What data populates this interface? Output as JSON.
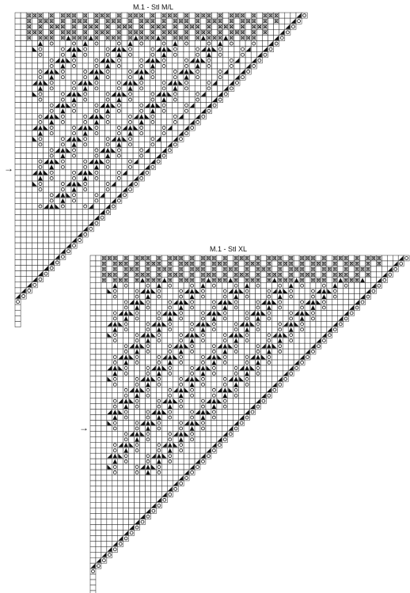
{
  "charts": [
    {
      "id": "ml",
      "title": "M.1 - Stl M/L",
      "arrow": "→",
      "cols": 52,
      "rows": 56,
      "arrow_row": 30
    },
    {
      "id": "xl",
      "title": "M.1 - Stl XL",
      "arrow": "→",
      "cols": 58,
      "rows": 63,
      "arrow_row": 31
    }
  ],
  "symbols": [
    "blank",
    "yarn-over",
    "double-decrease",
    "left-decrease",
    "right-decrease",
    "crossed"
  ]
}
